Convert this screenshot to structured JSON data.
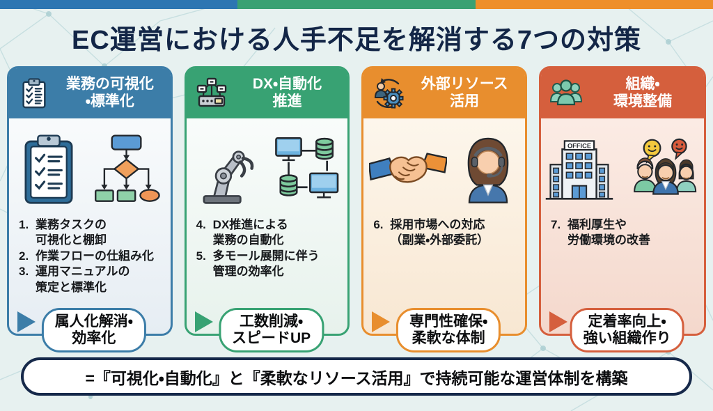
{
  "page": {
    "title": "EC運営における人手不足を解消する7つの対策",
    "footer": "=『可視化・自動化』と『柔軟なリソース活用』で持続可能な運営体制を構築",
    "top_bar_colors": [
      "#2d76b2",
      "#3aa173",
      "#ee8f2a"
    ],
    "title_color": "#132647",
    "footer_border_color": "#16294a",
    "background_color": "#e7f1f0"
  },
  "icons": {
    "header": [
      "clipboard-checklist-icon",
      "automation-network-icon",
      "outsourcing-cycle-icon",
      "people-group-icon"
    ],
    "illustrations": [
      "clipboard-icon",
      "flowchart-icon",
      "robot-arm-icon",
      "computer-network-icon",
      "handshake-icon",
      "support-operator-icon",
      "office-building-icon",
      "happy-team-icon"
    ]
  },
  "columns": [
    {
      "title_line1": "業務の可視化",
      "title_line2": "・標準化",
      "accent": "#3c7da8",
      "items": [
        {
          "num": "1.",
          "line1": "業務タスクの",
          "line2": "可視化と棚卸"
        },
        {
          "num": "2.",
          "line1": "作業フローの仕組み化",
          "line2": ""
        },
        {
          "num": "3.",
          "line1": "運用マニュアルの",
          "line2": "策定と標準化"
        }
      ],
      "pill_line1": "属人化解消・",
      "pill_line2": "効率化"
    },
    {
      "title_line1": "DX・自動化",
      "title_line2": "推進",
      "accent": "#38a273",
      "items": [
        {
          "num": "4.",
          "line1": "DX推進による",
          "line2": "業務の自動化"
        },
        {
          "num": "5.",
          "line1": "多モール展開に伴う",
          "line2": "管理の効率化"
        }
      ],
      "pill_line1": "工数削減・",
      "pill_line2": "スピードUP"
    },
    {
      "title_line1": "外部リソース",
      "title_line2": "活用",
      "accent": "#e88e2e",
      "items": [
        {
          "num": "6.",
          "line1": "採用市場への対応",
          "line2": "（副業・外部委託）"
        }
      ],
      "pill_line1": "専門性確保・",
      "pill_line2": "柔軟な体制"
    },
    {
      "title_line1": "組織・",
      "title_line2": "環境整備",
      "accent": "#d55f3d",
      "items": [
        {
          "num": "7.",
          "line1": "福利厚生や",
          "line2": "労働環境の改善"
        }
      ],
      "pill_line1": "定着率向上・",
      "pill_line2": "強い組織作り"
    }
  ],
  "office_sign": "OFFICE"
}
